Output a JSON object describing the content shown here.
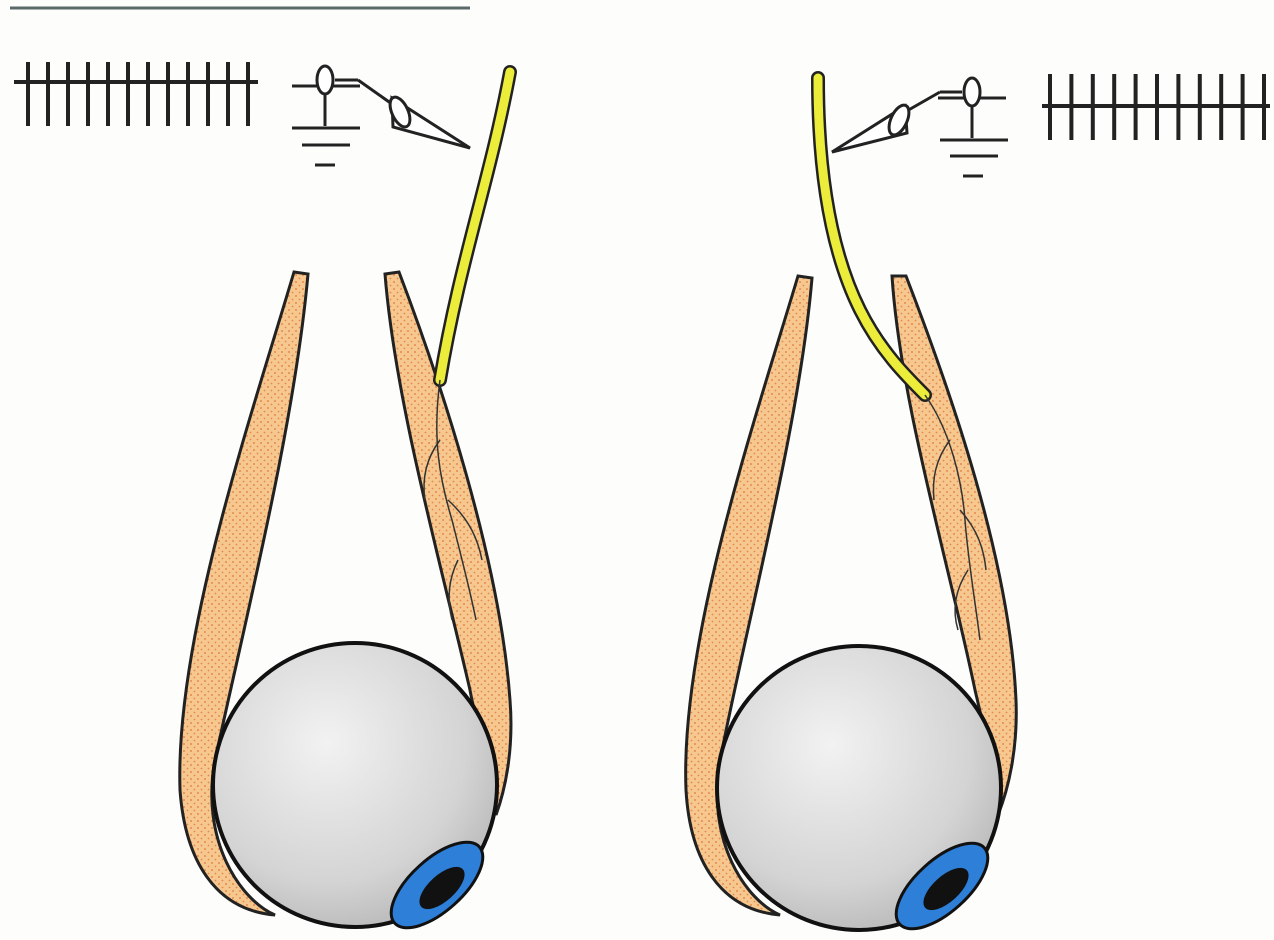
{
  "figure": {
    "panels": [
      {
        "id": "left",
        "spike_count": 12,
        "nerve_color": "#ecec3a",
        "muscle_color": "#f6c890",
        "muscle_dot_color": "#e38a4a",
        "iris_color": "#2d7fd8",
        "eyeball_color": "#d9d9d9"
      },
      {
        "id": "right",
        "spike_count": 11,
        "nerve_color": "#ecec3a",
        "muscle_color": "#f6c890",
        "muscle_dot_color": "#e38a4a",
        "iris_color": "#2d7fd8",
        "eyeball_color": "#d9d9d9"
      }
    ]
  }
}
